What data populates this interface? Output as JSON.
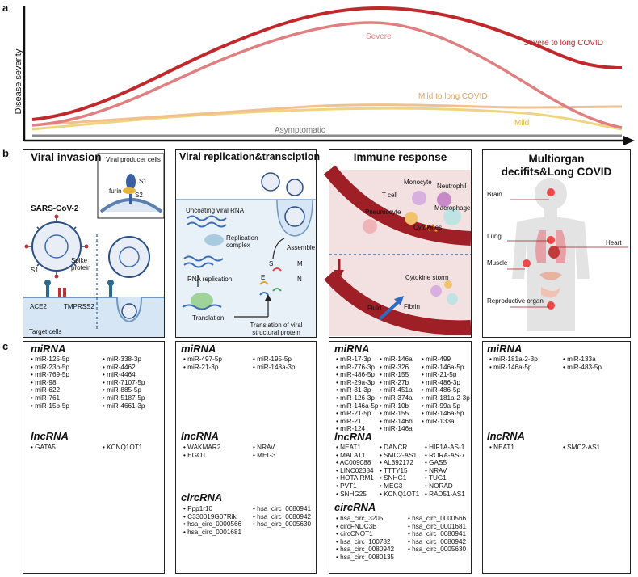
{
  "panel_labels": {
    "a": "a",
    "b": "b",
    "c": "c"
  },
  "chart": {
    "ylabel": "Disease severity",
    "series": [
      {
        "name": "Severe",
        "color": "#e07f80"
      },
      {
        "name": "Severe to long COVID",
        "color": "#c0282b"
      },
      {
        "name": "Mild to long COVID",
        "color": "#f2c08e"
      },
      {
        "name": "Mild",
        "color": "#f0d37e"
      },
      {
        "name": "Asymptomatic",
        "color": "#888888"
      }
    ]
  },
  "panels": {
    "viral_invasion": {
      "title": "Viral invasion",
      "inset_title": "Viral producer cells",
      "virus_label": "SARS-CoV-2",
      "labels": {
        "s1": "S1",
        "s2": "S2",
        "furin": "furin",
        "spike": "Spike protein",
        "s1b": "S1",
        "ace2": "ACE2",
        "tmprss2": "TMPRSS2",
        "target": "Target cells"
      }
    },
    "replication": {
      "title": "Viral replication&transciption",
      "labels": {
        "uncoating": "Uncoating viral RNA",
        "complex": "Replication complex",
        "rna_rep": "RNA replication",
        "translation": "Translation",
        "assemble": "Assemble",
        "structural": "Translation of viral structural protein",
        "s": "S",
        "m": "M",
        "e": "E",
        "n": "N"
      }
    },
    "immune": {
      "title": "Immune response",
      "labels": {
        "monocyte": "Monocyte",
        "neutrophil": "Neutrophil",
        "tcell": "T cell",
        "macrophage": "Macrophage",
        "pneumocyte": "Pneumocyte",
        "cytokines": "Cytokines",
        "storm": "Cytokine storm",
        "fluid": "Fluid",
        "fibrin": "Fibrin"
      }
    },
    "multiorgan": {
      "title_line1": "Multiorgan",
      "title_line2": "decifits&Long COVID",
      "labels": {
        "brain": "Brain",
        "lung": "Lung",
        "heart": "Heart",
        "muscle": "Muscle",
        "repro": "Reproductive organ"
      }
    }
  },
  "ncRNA": {
    "viral_invasion": {
      "mirna_title": "miRNA",
      "mirna_col1": [
        "miR-125-5p",
        "miR-23b-5p",
        "miR-769-5p",
        "miR-98",
        "miR-622",
        "miR-761",
        "miR-15b-5p"
      ],
      "mirna_col2": [
        "miR-338-3p",
        "miR-4462",
        "miR-4464",
        "miR-7107-5p",
        "miR-885-5p",
        "miR-5187-5p",
        "miR-4661-3p"
      ],
      "lnc_title": "lncRNA",
      "lnc_col1": [
        "GATA5"
      ],
      "lnc_col2": [
        "KCNQ1OT1"
      ]
    },
    "replication": {
      "mirna_title": "miRNA",
      "mirna_col1": [
        "miR-497-5p",
        "miR-21-3p"
      ],
      "mirna_col2": [
        "miR-195-5p",
        "miR-148a-3p"
      ],
      "lnc_title": "lncRNA",
      "lnc_col1": [
        "WAKMAR2",
        "EGOT"
      ],
      "lnc_col2": [
        "NRAV",
        "MEG3"
      ],
      "circ_title": "circRNA",
      "circ_col1": [
        "Ppp1r10",
        "C330019G07Rik",
        "hsa_circ_0000566",
        "hsa_circ_0001681"
      ],
      "circ_col2": [
        "hsa_circ_0080941",
        "hsa_circ_0080942",
        "hsa_circ_0005630"
      ]
    },
    "immune": {
      "mirna_title": "miRNA",
      "mirna_col1": [
        "miR-17-3p",
        "miR-776-3p",
        "miR-486-5p",
        "miR-29a-3p",
        "miR-31-3p",
        "miR-126-3p",
        "miR-146a-5p",
        "miR-21-5p",
        "miR-21",
        "miR-124"
      ],
      "mirna_col2": [
        "miR-146a",
        "miR-326",
        "miR-155",
        "miR-27b",
        "miR-451a",
        "miR-374a",
        "miR-10b",
        "miR-155",
        "miR-146b",
        "miR-146a"
      ],
      "mirna_col3": [
        "miR-499",
        "miR-146a-5p",
        "miR-21-5p",
        "miR-486-3p",
        "miR-486-5p",
        "miR-181a-2-3p",
        "miR-99a-5p",
        "miR-146a-5p",
        "miR-133a"
      ],
      "lnc_title": "lncRNA",
      "lnc_col1": [
        "NEAT1",
        "MALAT1",
        "AC009088",
        "LINC02384",
        "HOTAIRM1",
        "PVT1",
        "SNHG25"
      ],
      "lnc_col2": [
        "DANCR",
        "SMC2-AS1",
        "AL392172",
        "TTTY15",
        "SNHG1",
        "MEG3",
        "KCNQ1OT1"
      ],
      "lnc_col3": [
        "HIF1A-AS-1",
        "RORA-AS-7",
        "GAS5",
        "NRAV",
        "TUG1",
        "NORAD",
        "RAD51-AS1"
      ],
      "circ_title": "circRNA",
      "circ_col1": [
        "hsa_circ_3205",
        "circFNDC3B",
        "circCNOT1",
        "hsa_circ_100782",
        "hsa_circ_0080942",
        "hsa_circ_0080135"
      ],
      "circ_col2": [
        "hsa_circ_0000566",
        "hsa_circ_0001681",
        "hsa_circ_0080941",
        "hsa_circ_0080942",
        "hsa_circ_0005630"
      ]
    },
    "multiorgan": {
      "mirna_title": "miRNA",
      "mirna_col1": [
        "miR-181a-2-3p",
        "miR-146a-5p"
      ],
      "mirna_col2": [
        "miR-133a",
        "miR-483-5p"
      ],
      "lnc_title": "lncRNA",
      "lnc_col1": [
        "NEAT1"
      ],
      "lnc_col2": [
        "SMC2-AS1"
      ]
    }
  }
}
